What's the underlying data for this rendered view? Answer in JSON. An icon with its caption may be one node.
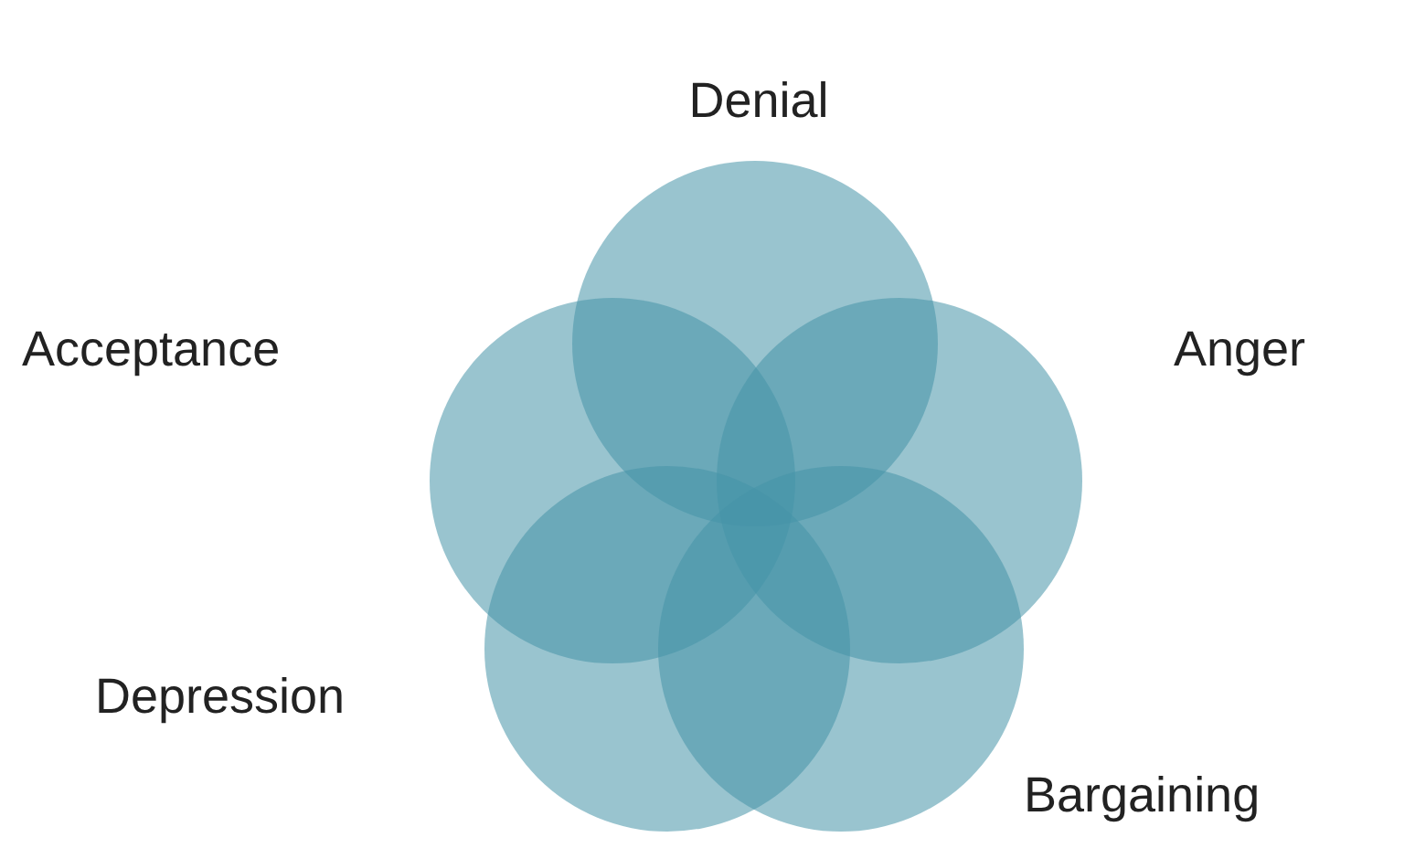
{
  "diagram": {
    "nodes": [
      {
        "text": [],
        "shape": "circle",
        "beside": [
          "Denial"
        ]
      },
      {
        "text": [],
        "shape": "circle",
        "beside": [
          "Acceptance"
        ]
      },
      {
        "text": [],
        "shape": "circle",
        "beside": [
          "Anger"
        ]
      },
      {
        "text": [],
        "shape": "circle",
        "beside": [
          "Depression"
        ]
      },
      {
        "text": [],
        "shape": "circle",
        "beside": [
          "Bargaining"
        ]
      }
    ]
  }
}
